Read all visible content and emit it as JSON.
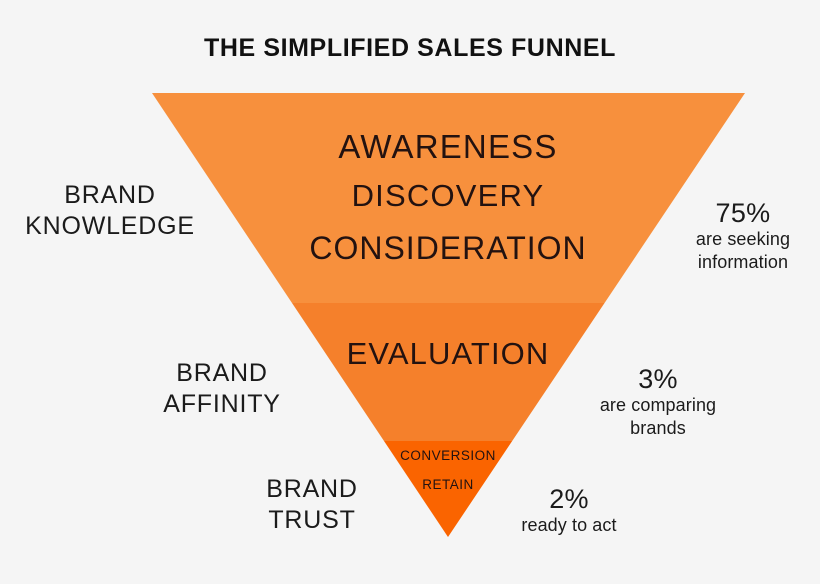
{
  "title": "THE SIMPLIFIED SALES FUNNEL",
  "colors": {
    "background": "#f5f5f5",
    "band_top": "#f7903d",
    "band_middle": "#f5802b",
    "band_bottom": "#fa6400",
    "text_dark": "#1b1b1b",
    "funnel_text": "#231210"
  },
  "chart_data": {
    "type": "funnel",
    "title": "THE SIMPLIFIED SALES FUNNEL",
    "orientation": "inverted-triangle",
    "stages": [
      {
        "labels": [
          "AWARENESS",
          "DISCOVERY",
          "CONSIDERATION"
        ],
        "stage_label": "BRAND\nKNOWLEDGE",
        "value": 75,
        "value_text": "75%",
        "description": "are seeking information",
        "color": "#f7903d"
      },
      {
        "labels": [
          "EVALUATION"
        ],
        "stage_label": "BRAND\nAFFINITY",
        "value": 3,
        "value_text": "3%",
        "description": "are comparing brands",
        "color": "#f5802b"
      },
      {
        "labels": [
          "CONVERSION",
          "RETAIN"
        ],
        "stage_label": "BRAND\nTRUST",
        "value": 2,
        "value_text": "2%",
        "description": "ready to act",
        "color": "#fa6400"
      }
    ]
  },
  "funnel": {
    "awareness": "AWARENESS",
    "discovery": "DISCOVERY",
    "consideration": "CONSIDERATION",
    "evaluation": "EVALUATION",
    "conversion": "CONVERSION",
    "retain": "RETAIN"
  },
  "stage_labels": {
    "knowledge_line1": "BRAND",
    "knowledge_line2": "KNOWLEDGE",
    "affinity_line1": "BRAND",
    "affinity_line2": "AFFINITY",
    "trust_line1": "BRAND",
    "trust_line2": "TRUST"
  },
  "stats": {
    "awareness": {
      "value": "75%",
      "desc_line1": "are seeking",
      "desc_line2": "information"
    },
    "evaluation": {
      "value": "3%",
      "desc_line1": "are comparing",
      "desc_line2": "brands"
    },
    "conversion": {
      "value": "2%",
      "desc_line1": "ready to act"
    }
  }
}
